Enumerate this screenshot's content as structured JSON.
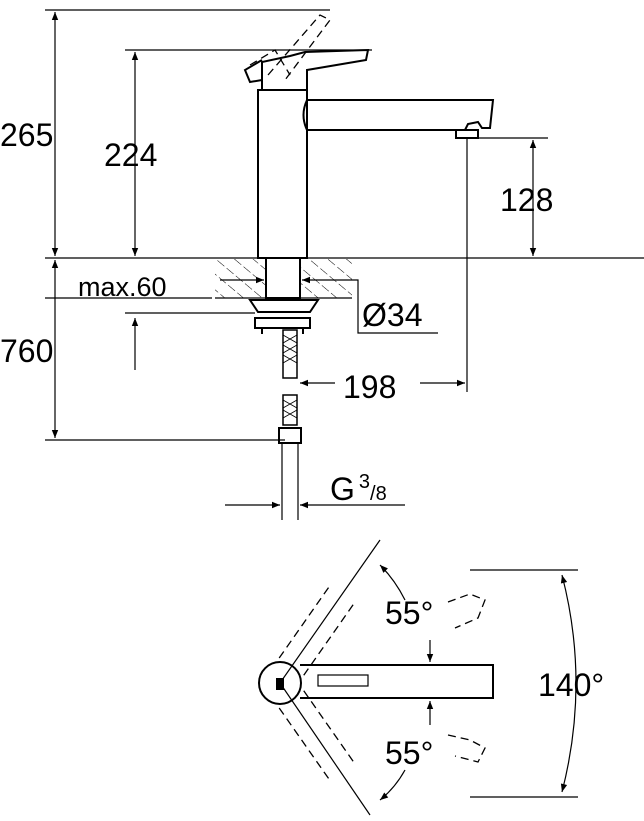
{
  "dimensions": {
    "total_height": "265",
    "lever_height": "224",
    "spout_height": "128",
    "max_thickness": "max.60",
    "hole_diameter": "Ø34",
    "hose_length": "760",
    "spout_reach": "198",
    "connection_prefix": "G",
    "connection_num": "3",
    "connection_den": "/8"
  },
  "top_view": {
    "swivel_up": "55°",
    "swivel_down": "55°",
    "swivel_total": "140°"
  },
  "colors": {
    "line": "#000000",
    "background": "#ffffff"
  }
}
